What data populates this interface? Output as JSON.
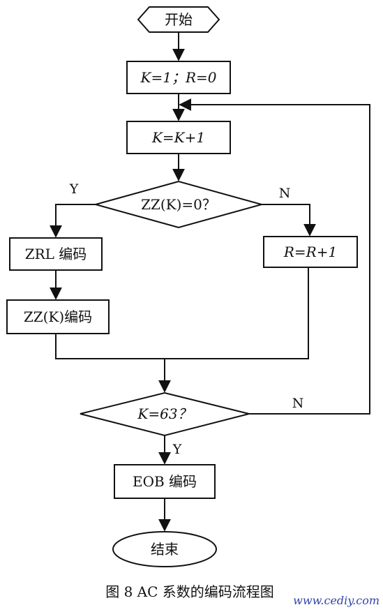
{
  "flowchart": {
    "start": "开始",
    "init": "K=1；R=0",
    "increment_k": "K=K+1",
    "decision_zero": "ZZ(K)=0？",
    "zrl_encode": "ZRL 编码",
    "zz_encode": "ZZ(K)编码",
    "increment_r": "R=R+1",
    "decision_63": "K=63？",
    "eob_encode": "EOB 编码",
    "end": "结束",
    "label_yes_zero": "Y",
    "label_no_zero": "N",
    "label_no_63": "N",
    "label_yes_63": "Y"
  },
  "caption": "图 8  AC 系数的编码流程图",
  "watermark": "www.cediy.com"
}
